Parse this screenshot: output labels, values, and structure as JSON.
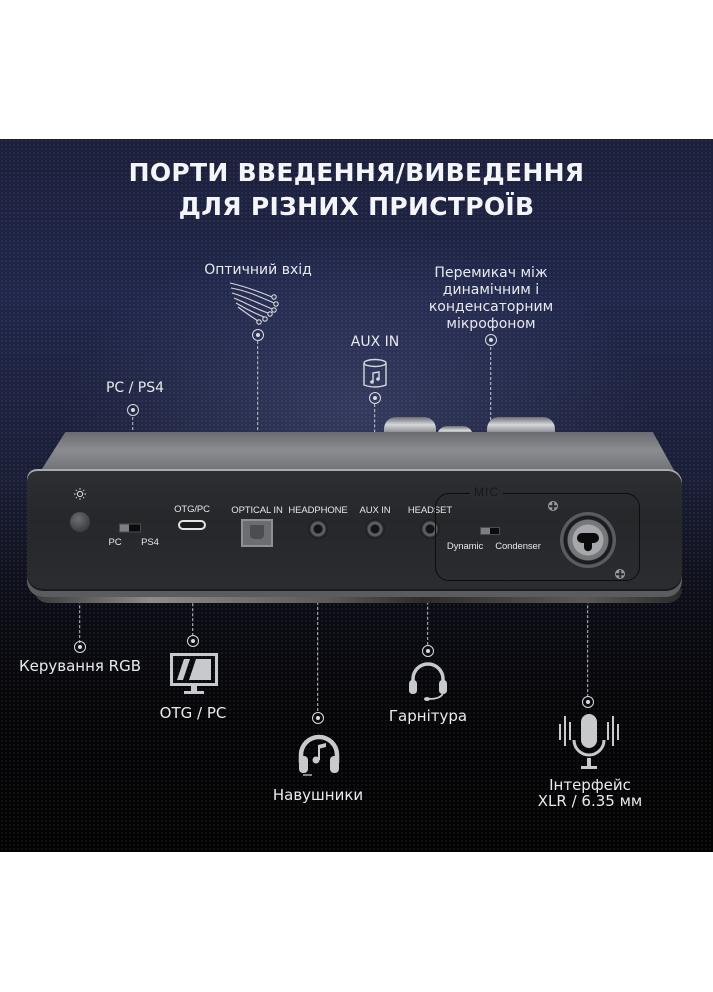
{
  "title": {
    "line1": "ПОРТИ ВВЕДЕННЯ/ВИВЕДЕННЯ",
    "line2": "ДЛЯ РІЗНИХ ПРИСТРОЇВ"
  },
  "top_callouts": {
    "optical": {
      "label": "Оптичний вхід",
      "icon": "optical-fiber-icon"
    },
    "aux": {
      "label": "AUX IN",
      "icon": "speaker-music-icon"
    },
    "pc_ps4": {
      "label": "PC / PS4"
    },
    "mic_switch": {
      "lines": [
        "Перемикач між",
        "динамічним і",
        "конденсаторним",
        "мікрофоном"
      ]
    }
  },
  "device": {
    "rgb_icon": "sun-icon",
    "switch_left": "PC",
    "switch_right": "PS4",
    "otg": "OTG/PC",
    "optical_in": "OPTICAL IN",
    "headphone": "HEADPHONE",
    "aux_in": "AUX IN",
    "headset": "HEADSET",
    "mic_group": "MIC",
    "mic_dynamic": "Dynamic",
    "mic_condenser": "Condenser"
  },
  "bottom_callouts": {
    "rgb": {
      "label": "Керування RGB"
    },
    "otg": {
      "label": "OTG / PC",
      "icon": "monitor-icon"
    },
    "headphones": {
      "label": "Навушники",
      "icon": "headphones-music-icon"
    },
    "headset": {
      "label": "Гарнітура",
      "icon": "headset-icon"
    },
    "xlr": {
      "line1": "Інтерфейс",
      "line2": "XLR / 6.35 мм",
      "icon": "microphone-icon"
    }
  },
  "colors": {
    "background_top": "#1b1f3a",
    "background_bottom": "#030304",
    "text": "#e9eaee",
    "icon": "#c8c9cc"
  }
}
